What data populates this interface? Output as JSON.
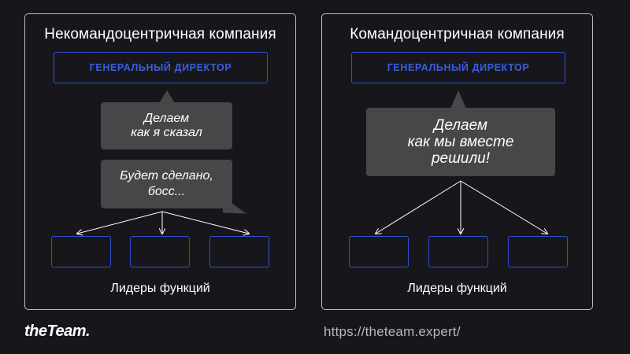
{
  "left_panel": {
    "title": "Некомандоцентричная компания",
    "ceo": "ГЕНЕРАЛЬНЫЙ ДИРЕКТОР",
    "bubble_top": "Делаем\nкак я сказал",
    "bubble_bottom": "Будет сделано,\nбосс...",
    "leaders": "Лидеры функций"
  },
  "right_panel": {
    "title": "Командоцентричная компания",
    "ceo": "ГЕНЕРАЛЬНЫЙ ДИРЕКТОР",
    "bubble": "Делаем\nкак мы вместе\nрешили!",
    "leaders": "Лидеры функций"
  },
  "footer": {
    "logo": "theTeam.",
    "url": "https://theteam.expert/"
  },
  "colors": {
    "background": "#17171b",
    "accent_blue": "#2f4fd1",
    "bubble": "#474749"
  }
}
